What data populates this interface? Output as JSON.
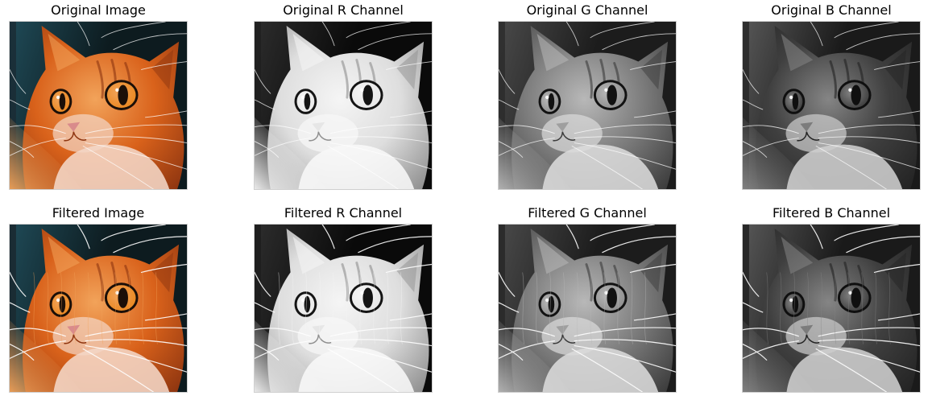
{
  "figure": {
    "rows": [
      {
        "row": "original",
        "panels": [
          {
            "id": "orig-rgb",
            "title": "Original Image",
            "mode": "color",
            "variant": "original"
          },
          {
            "id": "orig-r",
            "title": "Original R Channel",
            "mode": "r",
            "variant": "original"
          },
          {
            "id": "orig-g",
            "title": "Original G Channel",
            "mode": "g",
            "variant": "original"
          },
          {
            "id": "orig-b",
            "title": "Original B Channel",
            "mode": "b",
            "variant": "original"
          }
        ]
      },
      {
        "row": "filtered",
        "panels": [
          {
            "id": "filt-rgb",
            "title": "Filtered Image",
            "mode": "color",
            "variant": "filtered"
          },
          {
            "id": "filt-r",
            "title": "Filtered R Channel",
            "mode": "r",
            "variant": "filtered"
          },
          {
            "id": "filt-g",
            "title": "Filtered G Channel",
            "mode": "g",
            "variant": "filtered"
          },
          {
            "id": "filt-b",
            "title": "Filtered B Channel",
            "mode": "b",
            "variant": "filtered"
          }
        ]
      }
    ]
  },
  "palette": {
    "color": {
      "bg_dark": "#0d1b1f",
      "bg_blue": "#1f4a57",
      "fur_main": "#d9621b",
      "fur_light": "#f2a35a",
      "fur_dark": "#8e3510",
      "chest": "#f4d7c7",
      "eye_iris": "#e9861d",
      "eye_dark": "#1b0f08",
      "nose": "#d98b8b",
      "whisker": "#ffffff",
      "edge_left": "#1a2b33"
    },
    "r": {
      "bg_dark": "#0a0a0a",
      "bg_blue": "#2d2d2d",
      "fur_main": "#dedede",
      "fur_light": "#f5f5f5",
      "fur_dark": "#8f8f8f",
      "chest": "#f8f8f8",
      "eye_iris": "#e8e8e8",
      "eye_dark": "#141414",
      "nose": "#e6e6e6",
      "whisker": "#ffffff",
      "edge_left": "#1f1f1f"
    },
    "g": {
      "bg_dark": "#1c1c1c",
      "bg_blue": "#4a4a4a",
      "fur_main": "#7b7b7b",
      "fur_light": "#b8b8b8",
      "fur_dark": "#3b3b3b",
      "chest": "#dbdbdb",
      "eye_iris": "#8c8c8c",
      "eye_dark": "#121212",
      "nose": "#9f9f9f",
      "whisker": "#ffffff",
      "edge_left": "#2a2a2a"
    },
    "b": {
      "bg_dark": "#1a1a1a",
      "bg_blue": "#575757",
      "fur_main": "#3f3f3f",
      "fur_light": "#858585",
      "fur_dark": "#232323",
      "chest": "#cfcfcf",
      "eye_iris": "#3a3a3a",
      "eye_dark": "#0f0f0f",
      "nose": "#7c7c7c",
      "whisker": "#ffffff",
      "edge_left": "#262626"
    }
  }
}
